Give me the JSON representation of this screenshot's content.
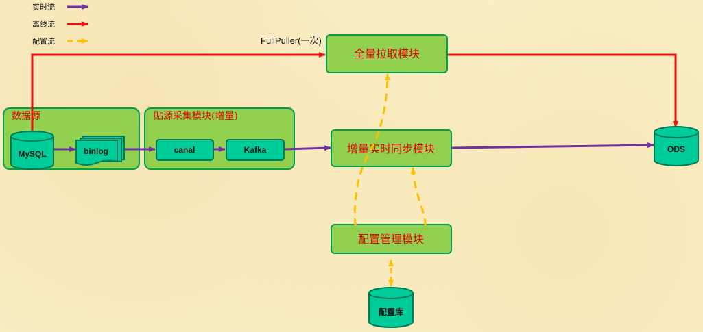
{
  "legend": {
    "realtime": "实时流",
    "offline": "离线流",
    "config": "配置流"
  },
  "colors": {
    "realtime": "#7030a0",
    "offline": "#ee1111",
    "config": "#ffc000",
    "module_fill": "#92d050",
    "module_stroke": "#00a050",
    "db_fill": "#00cc99",
    "db_stroke": "#007a55",
    "module_text": "#e00000"
  },
  "groups": {
    "datasource": "数据源",
    "collector": "贴源采集模块(增量)"
  },
  "nodes": {
    "mysql": "MySQL",
    "binlog": "binlog",
    "canal": "canal",
    "kafka": "Kafka",
    "full_pull": "全量拉取模块",
    "incremental_sync": "增量实时同步模块",
    "config_mgmt": "配置管理模块",
    "config_db": "配置库",
    "ods": "ODS"
  },
  "annotations": {
    "fullpuller": "FullPuller(一次)"
  }
}
